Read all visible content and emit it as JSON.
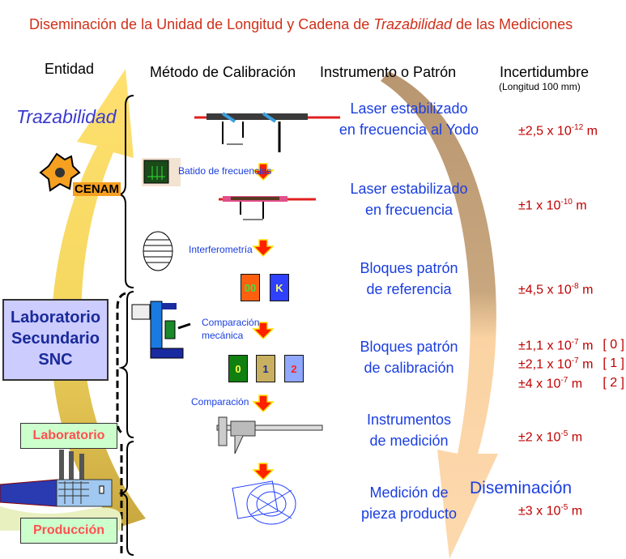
{
  "title": {
    "pre": "Diseminación de la Unidad de Longitud y Cadena de ",
    "italic": "Trazabilidad",
    "post": " de las Mediciones"
  },
  "headers": {
    "entity": "Entidad",
    "method": "Método de Calibración",
    "instrument": "Instrumento o Patrón",
    "uncertainty": "Incertidumbre",
    "uncertainty_note": "(Longitud 100 mm)"
  },
  "entities": {
    "traceability": "Trazabilidad",
    "cenam_logo": "CENAM",
    "secondary_lab": [
      "Laboratorio",
      "Secundario",
      "SNC"
    ],
    "lab": "Laboratorio",
    "production": "Producción",
    "dissemination": "Diseminación"
  },
  "methods": {
    "beat": "Batido  de frecuencias",
    "interferometry": "Interferometría",
    "mech1": "Comparación",
    "mech2": "mecánica",
    "comparison": "Comparación"
  },
  "blocks": {
    "ref": [
      "00",
      "K"
    ],
    "cal": [
      "0",
      "1",
      "2"
    ]
  },
  "instruments": [
    [
      "Laser estabilizado",
      "en  frecuencia al Yodo"
    ],
    [
      "Laser estabilizado",
      "en  frecuencia"
    ],
    [
      "Bloques patrón",
      "de referencia"
    ],
    [
      "Bloques patrón",
      "de calibración"
    ],
    [
      "Instrumentos",
      "de medición"
    ],
    [
      "Medición de",
      "pieza producto"
    ]
  ],
  "uncertainties": [
    {
      "pre": "±2,5 x 10",
      "exp": "-12",
      "unit": " m",
      "tag": ""
    },
    {
      "pre": "±1 x 10",
      "exp": "-10",
      "unit": " m",
      "tag": ""
    },
    {
      "pre": "±4,5 x 10",
      "exp": "-8",
      "unit": " m",
      "tag": ""
    },
    {
      "pre": "±1,1 x 10",
      "exp": "-7",
      "unit": " m",
      "tag": "[ 0 ]"
    },
    {
      "pre": "±2,1 x 10",
      "exp": "-7",
      "unit": " m",
      "tag": "[ 1 ]"
    },
    {
      "pre": "±4 x 10",
      "exp": "-7",
      "unit": " m",
      "tag": "[ 2 ]"
    },
    {
      "pre": "±2 x 10",
      "exp": "-5",
      "unit": " m",
      "tag": ""
    },
    {
      "pre": "±3 x 10",
      "exp": "-5",
      "unit": " m",
      "tag": ""
    }
  ],
  "colors": {
    "title": "#d0301a",
    "blue_text": "#1a3ee0",
    "uncertainty": "#c00000",
    "arrow_red": "#ff2000",
    "yellow_arrow": "#ffd84a",
    "tan_arrow": "#c8a67e"
  }
}
